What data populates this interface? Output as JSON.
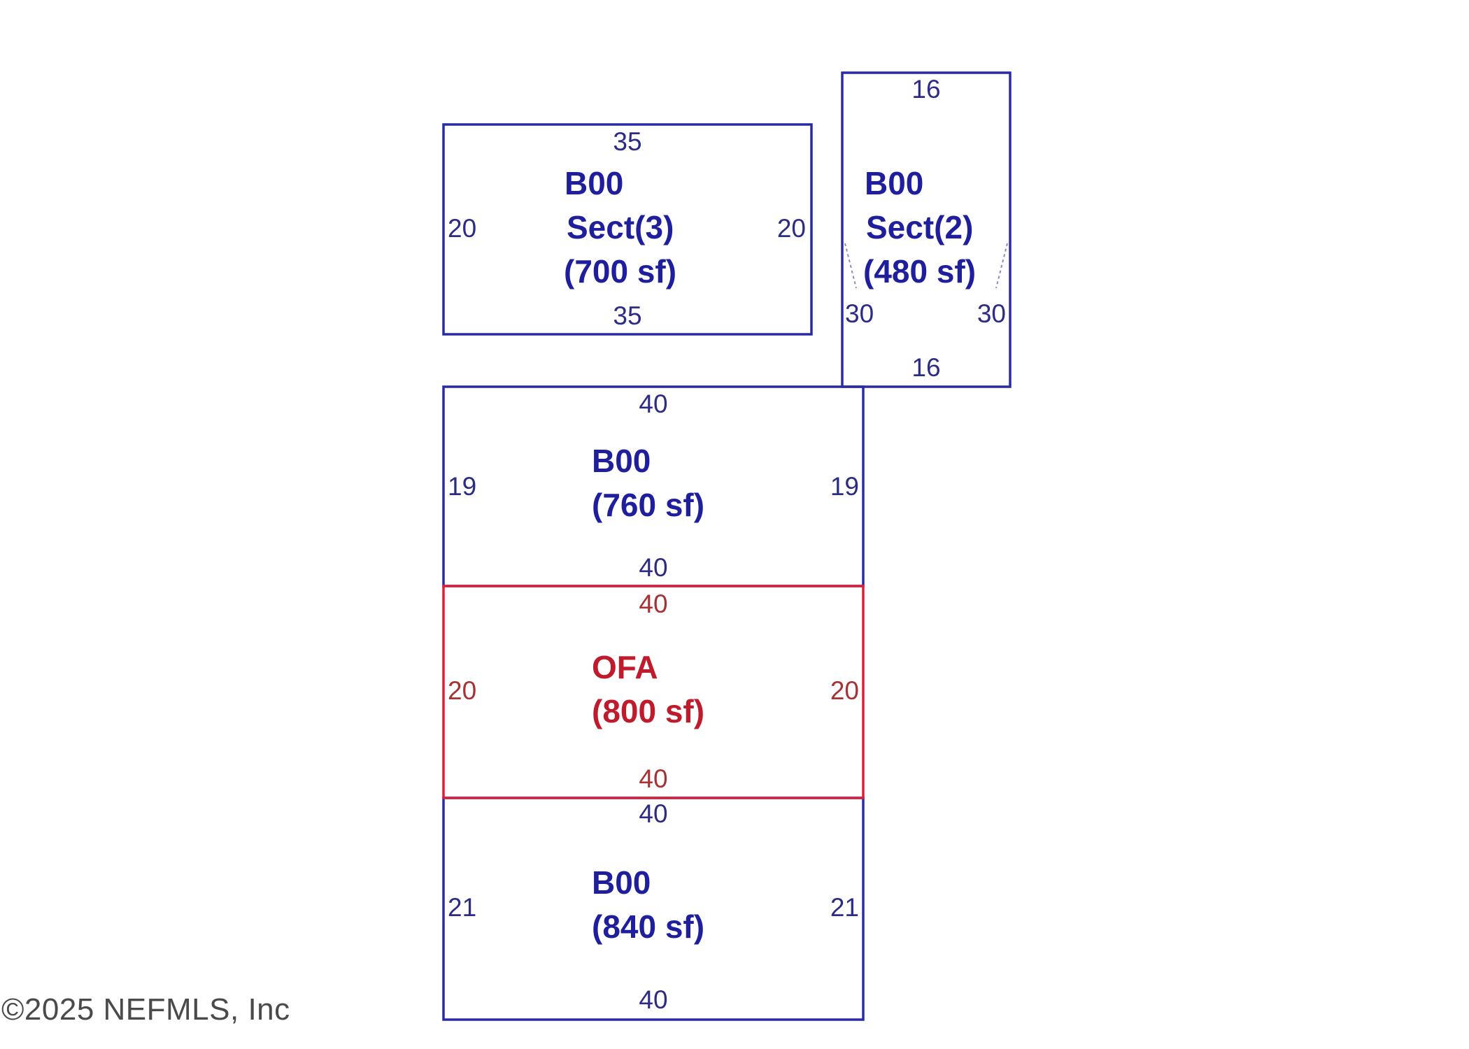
{
  "colors": {
    "section": "#2a2aa6",
    "section_text": "#1f1f9e",
    "addition": "#d9203a",
    "addition_text": "#c01b2c",
    "dim_text": "#2c2c86",
    "dim_text_red": "#a83232"
  },
  "sections": [
    {
      "id": "sect3",
      "kind": "section",
      "lines": [
        "B00",
        "Sect(3)",
        "(700 sf)"
      ],
      "dims": {
        "top": "35",
        "bottom": "35",
        "left": "20",
        "right": "20"
      }
    },
    {
      "id": "sect2",
      "kind": "section",
      "lines": [
        "B00",
        "Sect(2)",
        "(480 sf)"
      ],
      "dims": {
        "top": "16",
        "bottom": "16",
        "left": "30",
        "right": "30"
      }
    },
    {
      "id": "b00-760",
      "kind": "section",
      "lines": [
        "B00",
        "(760 sf)"
      ],
      "dims": {
        "top": "40",
        "bottom": "40",
        "left": "19",
        "right": "19"
      }
    },
    {
      "id": "ofa-800",
      "kind": "addition",
      "lines": [
        "OFA",
        "(800 sf)"
      ],
      "dims": {
        "top": "40",
        "bottom": "40",
        "left": "20",
        "right": "20"
      }
    },
    {
      "id": "b00-840",
      "kind": "section",
      "lines": [
        "B00",
        "(840 sf)"
      ],
      "dims": {
        "top": "40",
        "bottom": "40",
        "left": "21",
        "right": "21"
      }
    }
  ],
  "copyright": "©2025 NEFMLS, Inc"
}
